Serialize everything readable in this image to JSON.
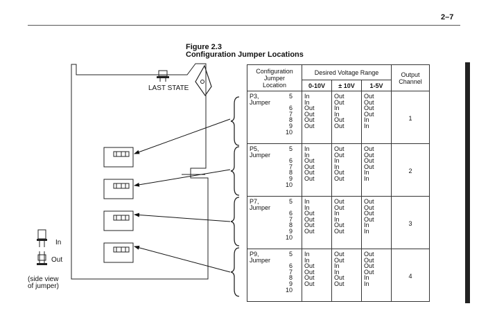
{
  "page": {
    "number": "2–7"
  },
  "figure": {
    "number": "Figure 2.3",
    "title": "Configuration Jumper Locations"
  },
  "board": {
    "last_state_label": "LAST STATE"
  },
  "legend": {
    "in_label": "In",
    "out_label": "Out",
    "caption_line1": "(side view",
    "caption_line2": "of jumper)"
  },
  "table": {
    "col_config": [
      "Configuration",
      "Jumper",
      "Location"
    ],
    "col_range": "Desired Voltage Range",
    "col_output": [
      "Output",
      "Channel"
    ],
    "ranges": [
      "0-10V",
      "± 10V",
      "1-5V"
    ],
    "groups": [
      {
        "location": "P3, Jumper",
        "jumpers": [
          "5",
          "6",
          "7",
          "8",
          "9",
          "10"
        ],
        "r0_10": [
          "In",
          "In",
          "Out",
          "Out",
          "Out",
          "Out"
        ],
        "rpm10": [
          "Out",
          "Out",
          "In",
          "In",
          "Out",
          "Out"
        ],
        "r1_5": [
          "Out",
          "Out",
          "Out",
          "Out",
          "In",
          "In"
        ],
        "channel": "1"
      },
      {
        "location": "P5, Jumper",
        "jumpers": [
          "5",
          "6",
          "7",
          "8",
          "9",
          "10"
        ],
        "r0_10": [
          "In",
          "In",
          "Out",
          "Out",
          "Out",
          "Out"
        ],
        "rpm10": [
          "Out",
          "Out",
          "In",
          "In",
          "Out",
          "Out"
        ],
        "r1_5": [
          "Out",
          "Out",
          "Out",
          "Out",
          "In",
          "In"
        ],
        "channel": "2"
      },
      {
        "location": "P7, Jumper",
        "jumpers": [
          "5",
          "6",
          "7",
          "8",
          "9",
          "10"
        ],
        "r0_10": [
          "In",
          "In",
          "Out",
          "Out",
          "Out",
          "Out"
        ],
        "rpm10": [
          "Out",
          "Out",
          "In",
          "In",
          "Out",
          "Out"
        ],
        "r1_5": [
          "Out",
          "Out",
          "Out",
          "Out",
          "In",
          "In"
        ],
        "channel": "3"
      },
      {
        "location": "P9, Jumper",
        "jumpers": [
          "5",
          "6",
          "7",
          "8",
          "9",
          "10"
        ],
        "r0_10": [
          "In",
          "In",
          "Out",
          "Out",
          "Out",
          "Out"
        ],
        "rpm10": [
          "Out",
          "Out",
          "In",
          "In",
          "Out",
          "Out"
        ],
        "r1_5": [
          "Out",
          "Out",
          "Out",
          "Out",
          "In",
          "In"
        ],
        "channel": "4"
      }
    ]
  }
}
